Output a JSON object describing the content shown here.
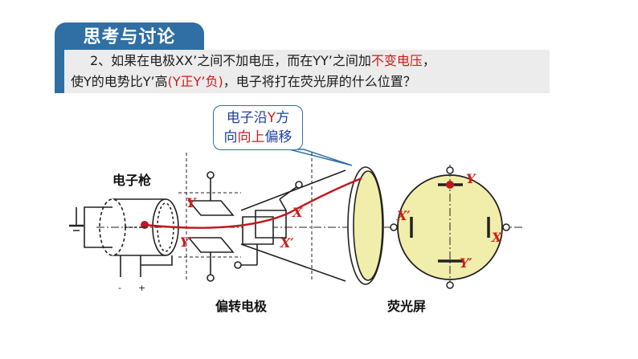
{
  "header": {
    "title": "思考与讨论"
  },
  "question": {
    "line1_a": "2、如果在电极XX’之间不加电压，而在YY’之间加",
    "line1_red": "不变电压",
    "line1_b": "，",
    "line2_a": "使Y的电势比Y’高",
    "line2_red": "(Y正Y’负)",
    "line2_b": "，电子将打在荧光屏的什么位置？"
  },
  "callout": {
    "line1_a": "电子沿",
    "line1_red": "Y",
    "line1_b": "方",
    "line2_a": "向",
    "line2_red": "向上",
    "line2_b": "偏移"
  },
  "diagram": {
    "gun_label": "电子枪",
    "deflect_label": "偏转电极",
    "screen_label": "荧光屏",
    "minus_sign": "-",
    "plus_sign": "+",
    "y_label": "Y",
    "y_prime_label": "Y′",
    "x_label": "X",
    "x_prime_label": "X′",
    "screen_y_label": "Y",
    "screen_y_prime_label": "Y′",
    "screen_x_label": "X",
    "screen_x_prime_label": "X′"
  },
  "colors": {
    "accent": "#2f6fa3",
    "highlight": "#d11a1a",
    "screen_fill": "#f0eeaa",
    "callout_text": "#1d3fa0"
  }
}
